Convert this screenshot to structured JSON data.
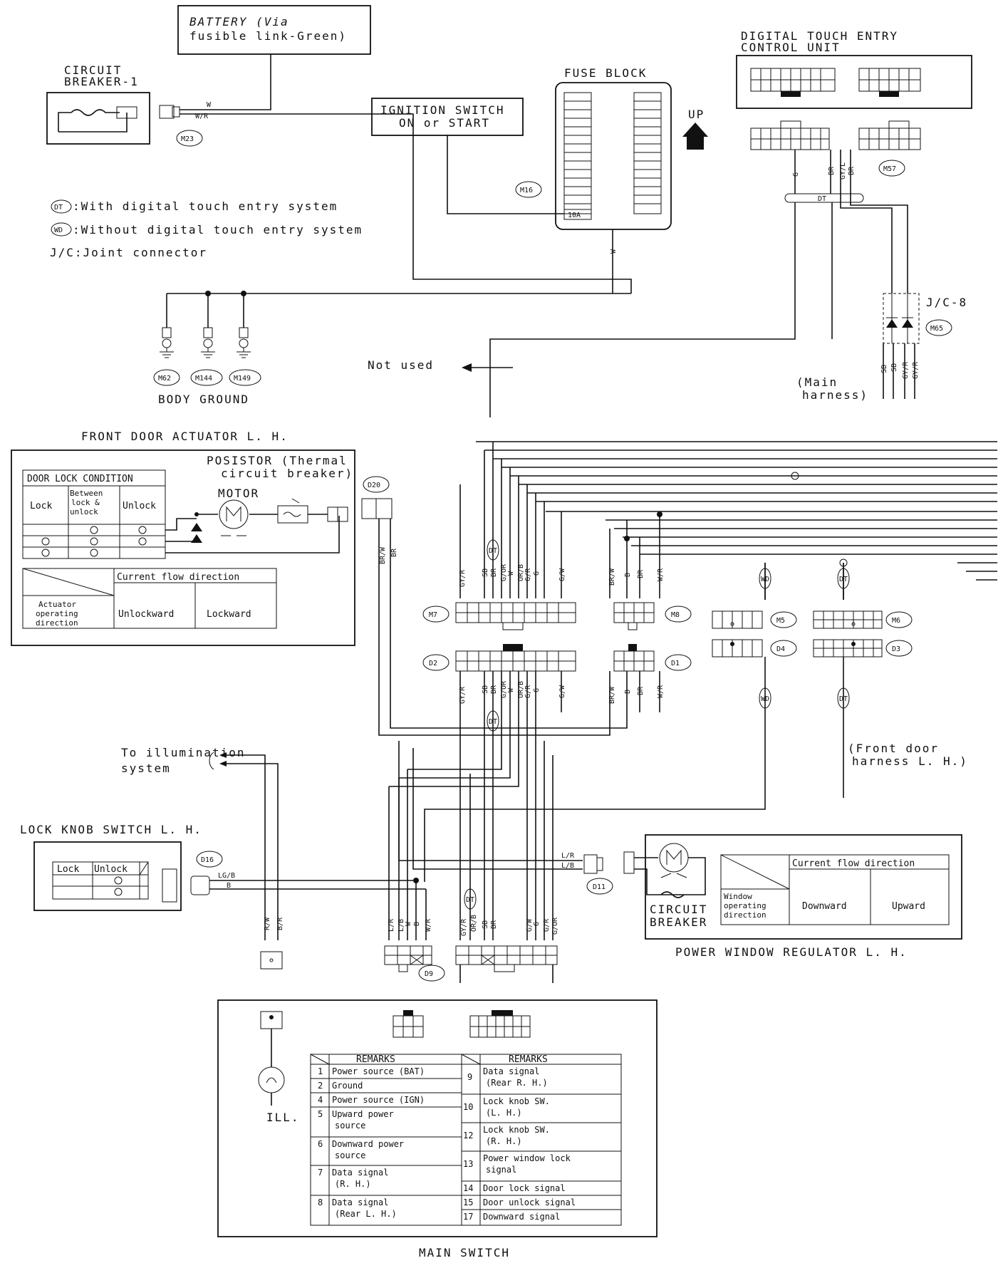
{
  "labels": {
    "battery_1": "BATTERY (Via",
    "battery_2": "fusible link-Green)",
    "breaker1_1": "CIRCUIT",
    "breaker1_2": "BREAKER-1",
    "fuse_block": "FUSE BLOCK",
    "up": "UP",
    "fuse_10a": "10A",
    "ign_1": "IGNITION SWITCH",
    "ign_2": "ON or START",
    "dtecu_1": "DIGITAL TOUCH ENTRY",
    "dtecu_2": "CONTROL UNIT",
    "legend_dt": ":With digital touch entry system",
    "legend_wd": ":Without digital touch entry system",
    "legend_jc": "J/C:Joint connector",
    "body_ground": "BODY GROUND",
    "not_used": "Not used",
    "jc8": "J/C-8",
    "main_harness_1": "(Main",
    "main_harness_2": "harness)",
    "front_door_actuator": "FRONT DOOR ACTUATOR L. H.",
    "posistor_1": "POSISTOR (Thermal",
    "posistor_2": "circuit breaker)",
    "motor": "MOTOR",
    "door_lock_condition": "DOOR LOCK CONDITION",
    "lock": "Lock",
    "between_1": "Between",
    "between_2": "lock &",
    "between_3": "unlock",
    "unlock": "Unlock",
    "current_flow": "Current flow direction",
    "actuator_dir_1": "Actuator",
    "actuator_dir_2": "operating",
    "actuator_dir_3": "direction",
    "unlockward": "Unlockward",
    "lockward": "Lockward",
    "to_illum_1": "To illumination",
    "to_illum_2": "system",
    "front_door_harness_1": "(Front door",
    "front_door_harness_2": "harness L. H.)",
    "lock_knob": "LOCK KNOB SWITCH L. H.",
    "lk_lock": "Lock",
    "lk_unlock": "Unlock",
    "pw_breaker_1": "CIRCUIT",
    "pw_breaker_2": "BREAKER",
    "window_dir_1": "Window",
    "window_dir_2": "operating",
    "window_dir_3": "direction",
    "downward": "Downward",
    "upward": "Upward",
    "pw_regulator": "POWER WINDOW REGULATOR L. H.",
    "ill": "ILL.",
    "main_switch": "MAIN SWITCH",
    "remarks": "REMARKS"
  },
  "connectors": {
    "m23": "M23",
    "m16": "M16",
    "m57": "M57",
    "m65": "M65",
    "m62": "M62",
    "m144": "M144",
    "m149": "M149",
    "d20": "D20",
    "m7": "M7",
    "m8": "M8",
    "m5": "M5",
    "m6": "M6",
    "d2": "D2",
    "d1": "D1",
    "d4": "D4",
    "d3": "D3",
    "d16": "D16",
    "d11": "D11",
    "d9": "D9",
    "dt": "DT",
    "wd": "WD"
  },
  "remarks_left": [
    {
      "no": "1",
      "text": "Power source (BAT)"
    },
    {
      "no": "2",
      "text": "Ground"
    },
    {
      "no": "4",
      "text": "Power source (IGN)"
    },
    {
      "no": "5",
      "text": "Upward power",
      "text2": "source"
    },
    {
      "no": "6",
      "text": "Downward power",
      "text2": "source"
    },
    {
      "no": "7",
      "text": "Data signal",
      "text2": "(R. H.)"
    },
    {
      "no": "8",
      "text": "Data signal",
      "text2": "(Rear L. H.)"
    }
  ],
  "remarks_right": [
    {
      "no": "9",
      "text": "Data signal",
      "text2": "(Rear R. H.)"
    },
    {
      "no": "10",
      "text": "Lock knob SW.",
      "text2": "(L. H.)"
    },
    {
      "no": "12",
      "text": "Lock knob SW.",
      "text2": "(R. H.)"
    },
    {
      "no": "13",
      "text": "Power window lock",
      "text2": "signal"
    },
    {
      "no": "14",
      "text": "Door lock signal"
    },
    {
      "no": "15",
      "text": "Door unlock signal"
    },
    {
      "no": "17",
      "text": "Downward signal"
    }
  ],
  "wires": {
    "m7_top": [
      "GY/R",
      "SB",
      "BR",
      "G/OR",
      "W",
      "OR/B",
      "G/R",
      "G",
      "G/W"
    ],
    "m8_top": [
      "BR/W",
      "B",
      "BR",
      "W/R"
    ],
    "d9_left": [
      "L/R",
      "L/B",
      "W",
      "B",
      "W/R"
    ],
    "d9_right": [
      "GY/R",
      "OR/B",
      "SB",
      "BR",
      "G/W",
      "G",
      "G/R",
      "G/OR"
    ]
  }
}
